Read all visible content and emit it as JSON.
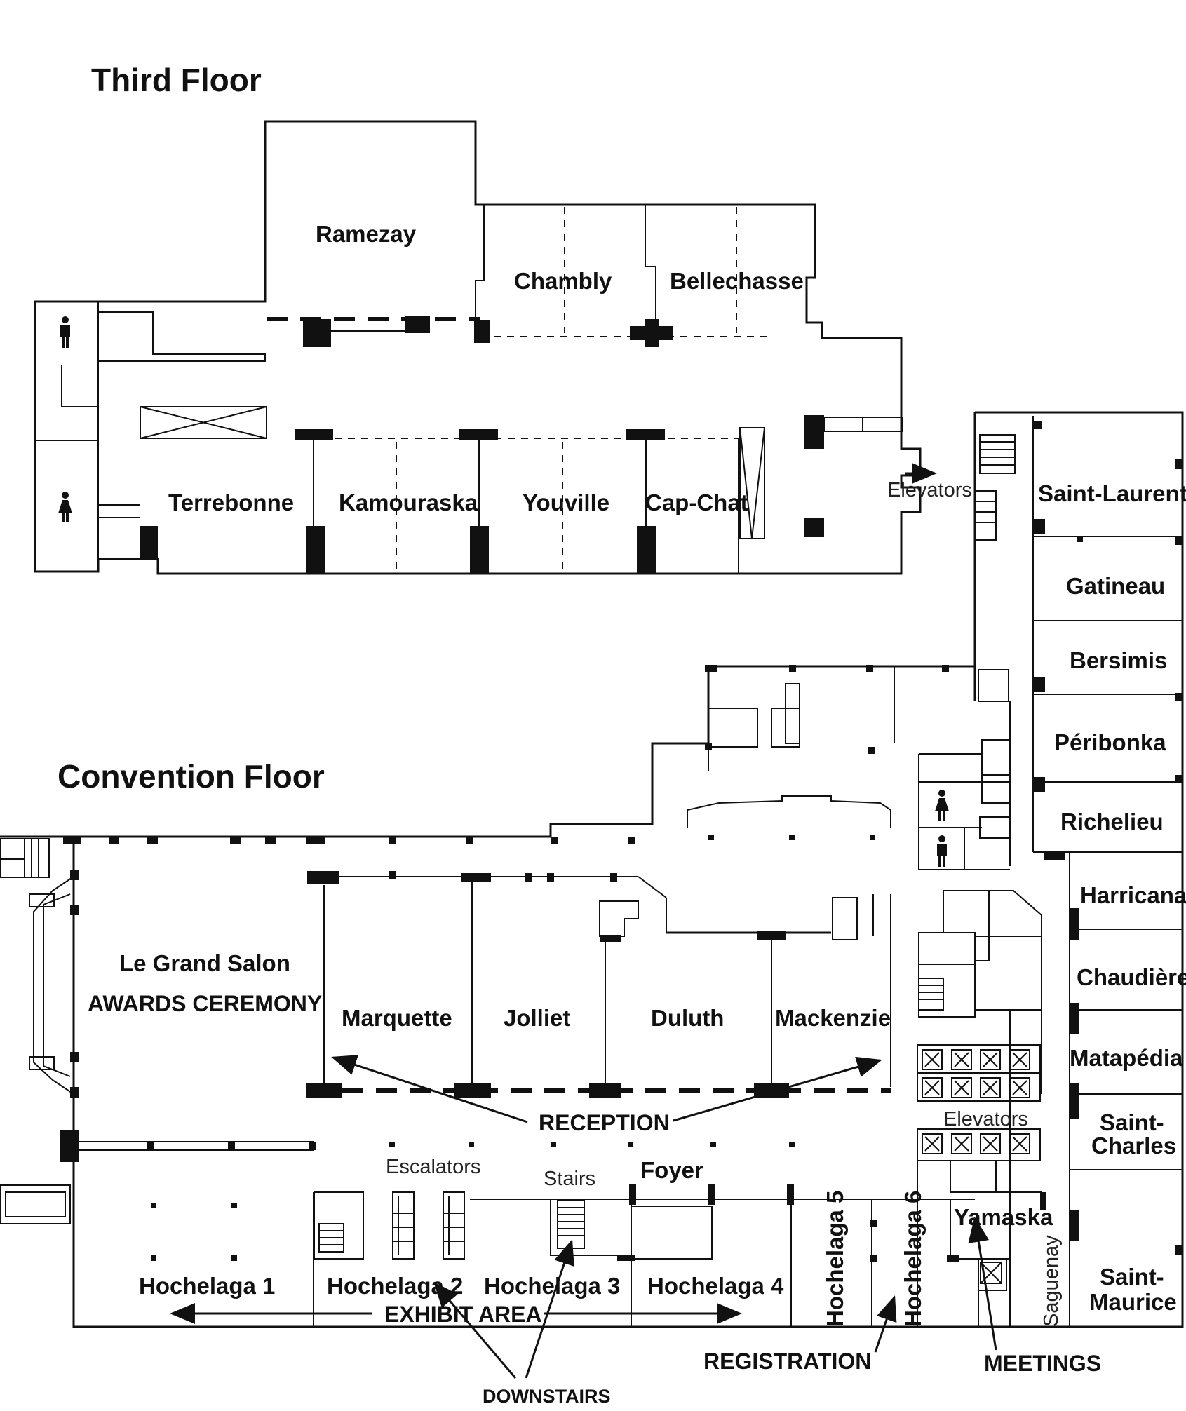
{
  "floors": {
    "third": {
      "title": "Third Floor",
      "rooms": {
        "ramezay": "Ramezay",
        "chambly": "Chambly",
        "bellechasse": "Bellechasse",
        "terrebonne": "Terrebonne",
        "kamouraska": "Kamouraska",
        "youville": "Youville",
        "cap_chat": "Cap-Chat",
        "elevators": "Elevators"
      }
    },
    "convention": {
      "title": "Convention Floor",
      "rooms": {
        "grand_salon": "Le Grand Salon",
        "awards": "AWARDS CEREMONY",
        "marquette": "Marquette",
        "jolliet": "Jolliet",
        "duluth": "Duluth",
        "mackenzie": "Mackenzie",
        "reception": "RECEPTION",
        "escalators": "Escalators",
        "stairs": "Stairs",
        "foyer": "Foyer",
        "hochelaga_1": "Hochelaga 1",
        "hochelaga_2": "Hochelaga 2",
        "hochelaga_3": "Hochelaga 3",
        "hochelaga_4": "Hochelaga 4",
        "hochelaga_5": "Hochelaga 5",
        "hochelaga_6": "Hochelaga 6",
        "exhibit_area": "EXHIBIT AREA",
        "downstairs": "DOWNSTAIRS",
        "registration": "REGISTRATION",
        "meetings": "MEETINGS",
        "yamaska": "Yamaska",
        "saguenay": "Saguenay",
        "elevators": "Elevators",
        "saint_laurent": "Saint-Laurent",
        "gatineau": "Gatineau",
        "bersimis": "Bersimis",
        "peribonka": "Péribonka",
        "richelieu": "Richelieu",
        "harricana": "Harricana",
        "chaudiere": "Chaudière",
        "matapedia": "Matapédia",
        "saint_charles_1": "Saint-",
        "saint_charles_2": "Charles",
        "saint_maurice_1": "Saint-",
        "saint_maurice_2": "Maurice"
      }
    }
  }
}
